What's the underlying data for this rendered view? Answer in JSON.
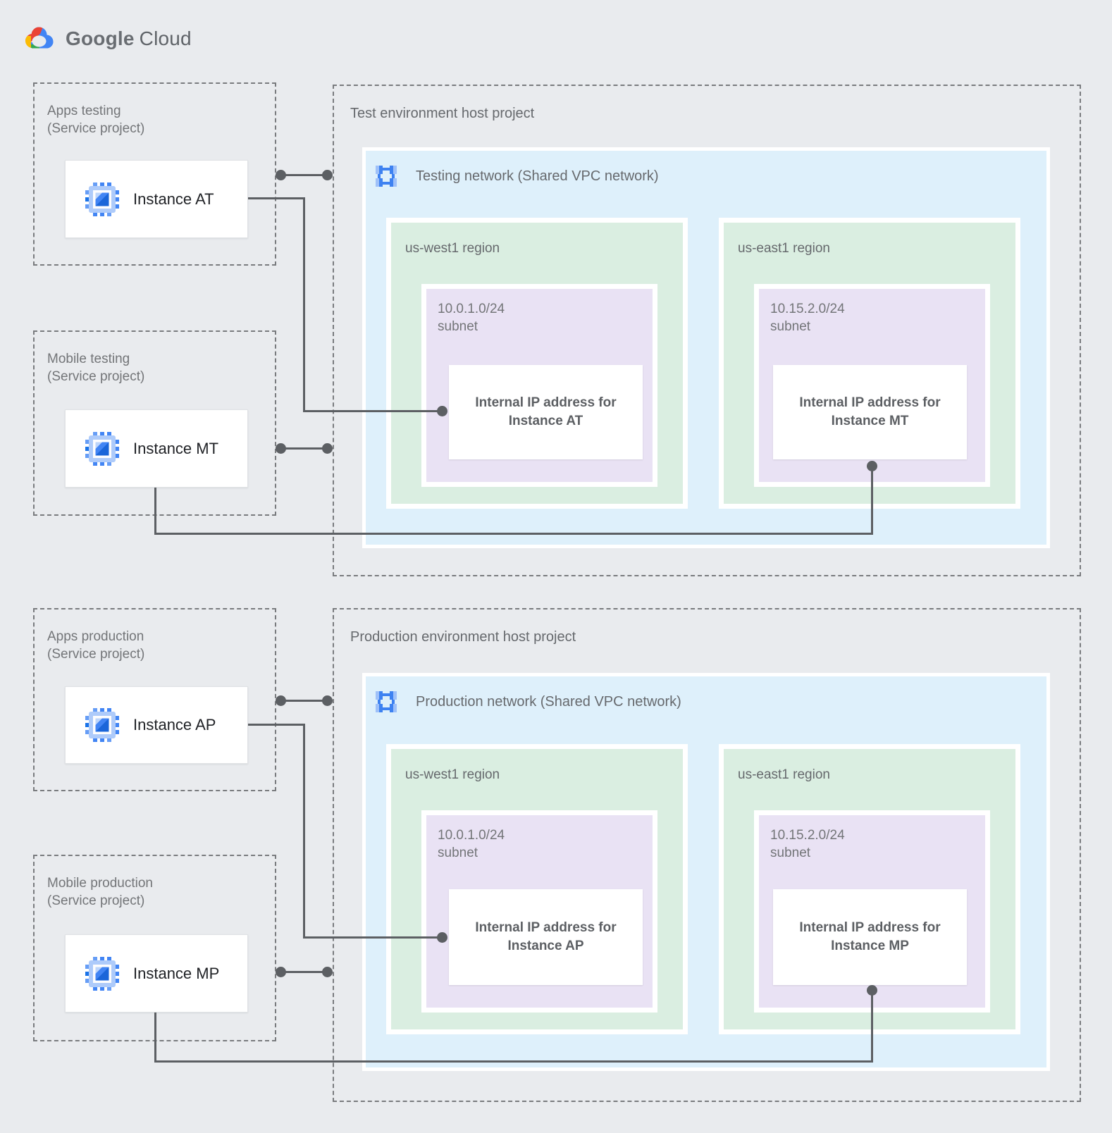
{
  "logo": {
    "google": "Google",
    "cloud": "Cloud"
  },
  "projects": {
    "apps_testing": {
      "title": "Apps testing\n(Service project)",
      "instance_label": "Instance AT"
    },
    "mobile_testing": {
      "title": "Mobile testing\n(Service project)",
      "instance_label": "Instance MT"
    },
    "apps_production": {
      "title": "Apps production\n(Service project)",
      "instance_label": "Instance AP"
    },
    "mobile_production": {
      "title": "Mobile production\n(Service project)",
      "instance_label": "Instance MP"
    }
  },
  "test_env": {
    "title": "Test environment host project",
    "network_label": "Testing network (Shared VPC network)",
    "west": {
      "region": "us-west1 region",
      "subnet": "10.0.1.0/24\nsubnet",
      "ip_text": "Internal IP address for Instance AT"
    },
    "east": {
      "region": "us-east1 region",
      "subnet": "10.15.2.0/24\nsubnet",
      "ip_text": "Internal IP address for Instance MT"
    }
  },
  "prod_env": {
    "title": "Production environment host project",
    "network_label": "Production network (Shared VPC network)",
    "west": {
      "region": "us-west1 region",
      "subnet": "10.0.1.0/24\nsubnet",
      "ip_text": "Internal IP address for Instance AP"
    },
    "east": {
      "region": "us-east1 region",
      "subnet": "10.15.2.0/24\nsubnet",
      "ip_text": "Internal IP address for Instance MP"
    }
  },
  "colors": {
    "background": "#e9ebee",
    "network_blue": "#def0fb",
    "region_green": "#daeee1",
    "subnet_purple": "#e9e2f4",
    "connector_gray": "#5c5f63",
    "dotted_border": "#797b7e",
    "gcp_blue": "#4285f4",
    "gcp_red": "#ea4335",
    "gcp_yellow": "#fbbc05",
    "gcp_green": "#34a853"
  }
}
